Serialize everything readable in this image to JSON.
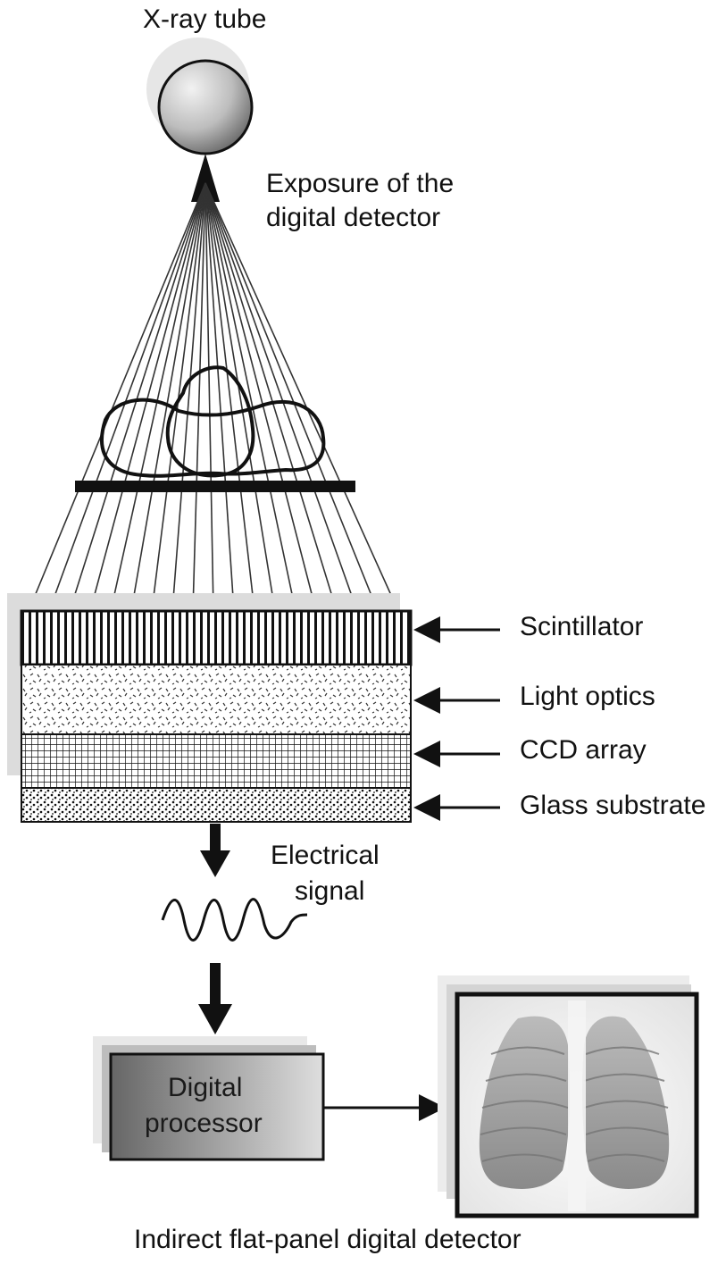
{
  "labels": {
    "xray_tube": "X-ray tube",
    "exposure_line1": "Exposure of the",
    "exposure_line2": "digital detector",
    "scintillator": "Scintillator",
    "light_optics": "Light optics",
    "ccd_array": "CCD array",
    "glass_substrate": "Glass substrate",
    "electrical_line1": "Electrical",
    "electrical_line2": "signal",
    "processor_line1": "Digital",
    "processor_line2": "processor",
    "caption": "Indirect flat-panel digital detector"
  },
  "colors": {
    "ink": "#111111",
    "tube_light": "#e8e8e8",
    "tube_dark": "#6a6a6a",
    "processor_dark": "#6e6e6e",
    "processor_light": "#d8d8d8",
    "xray_bg": "#eeeeee"
  },
  "icons": {
    "source": "xray-tube-icon",
    "patient": "patient-cross-section-icon",
    "table": "patient-table-icon",
    "detector": "flat-panel-detector-icon",
    "signal": "waveform-icon",
    "output": "chest-xray-image-icon"
  }
}
